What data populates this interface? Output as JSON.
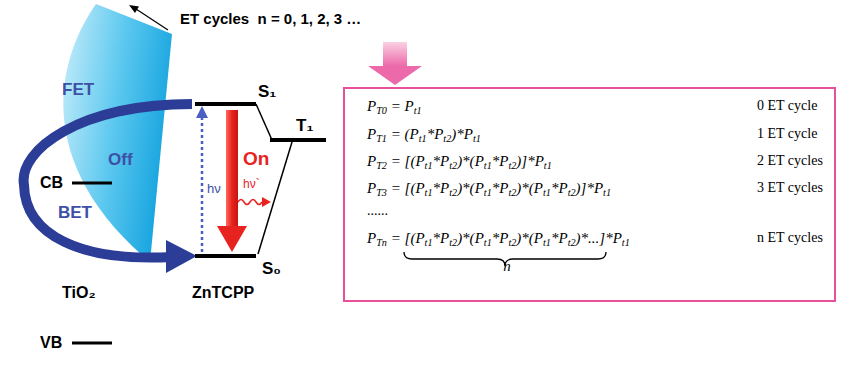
{
  "diagram": {
    "nodes": [
      {
        "text": [
          "PT0 = Pt1",
          "0 ET cycle",
          "PT1 = (Pt1*Pt2)*Pt1",
          "1 ET cycle",
          "PT2 = [(Pt1*Pt2)*(Pt1*Pt2)]*Pt1",
          "2 ET cycles",
          "PT3 = [(Pt1*Pt2)*(Pt1*Pt2)*(Pt1*Pt2)]*Pt1",
          "3 ET cycles",
          "......",
          "PTn = [(Pt1*Pt2)*(Pt1*Pt2)*(Pt1*Pt2)*...]*Pt1",
          "n ET cycles",
          "n"
        ]
      }
    ],
    "labels": [
      "ET cycles  n = 0, 1, 2, 3 …",
      "FET",
      "Off",
      "BET",
      "CB",
      "VB",
      "TiO₂",
      "ZnTCPP",
      "S₁",
      "T₁",
      "S₀",
      "hν",
      "On",
      "hν`"
    ]
  }
}
